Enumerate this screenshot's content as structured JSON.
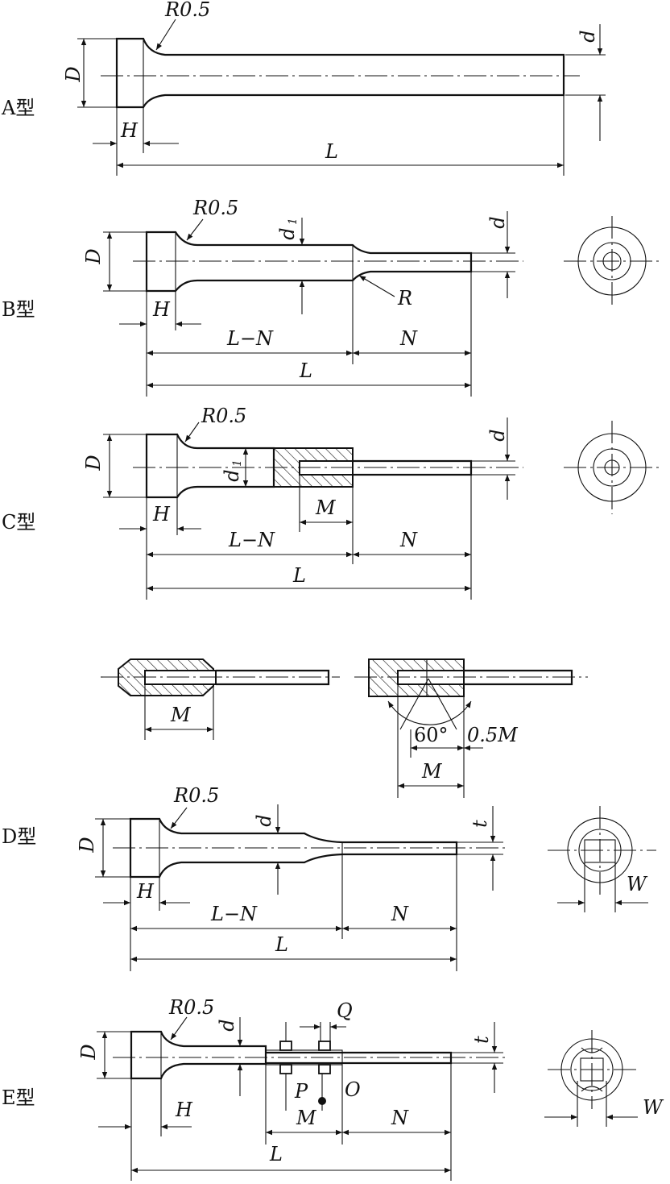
{
  "types": {
    "a": {
      "label": "A型",
      "radius": "R0.5",
      "head_dia": "D",
      "dia": "d",
      "head_h": "H",
      "length": "L"
    },
    "b": {
      "label": "B型",
      "radius": "R0.5",
      "head_dia": "D",
      "dia1": "d",
      "dia1_sub": "1",
      "dia": "d",
      "fillet": "R",
      "head_h": "H",
      "body": "L−N",
      "tip": "N",
      "length": "L"
    },
    "c": {
      "label": "C型",
      "radius": "R0.5",
      "head_dia": "D",
      "dia1": "d",
      "dia1_sub": "1",
      "dia": "d",
      "sleeve": "M",
      "head_h": "H",
      "body": "L−N",
      "tip": "N",
      "length": "L"
    },
    "detail": {
      "m_left": "M",
      "angle": "60°",
      "half_m": "0.5M",
      "m_right": "M"
    },
    "d": {
      "label": "D型",
      "radius": "R0.5",
      "head_dia": "D",
      "dia": "d",
      "thick": "t",
      "width": "W",
      "head_h": "H",
      "body": "L−N",
      "tip": "N",
      "length": "L"
    },
    "e": {
      "label": "E型",
      "radius": "R0.5",
      "head_dia": "D",
      "dia": "d",
      "q": "Q",
      "thick": "t",
      "p": "P",
      "o": "O",
      "head_h": "H",
      "m": "M",
      "tip": "N",
      "length": "L",
      "width": "W"
    }
  }
}
